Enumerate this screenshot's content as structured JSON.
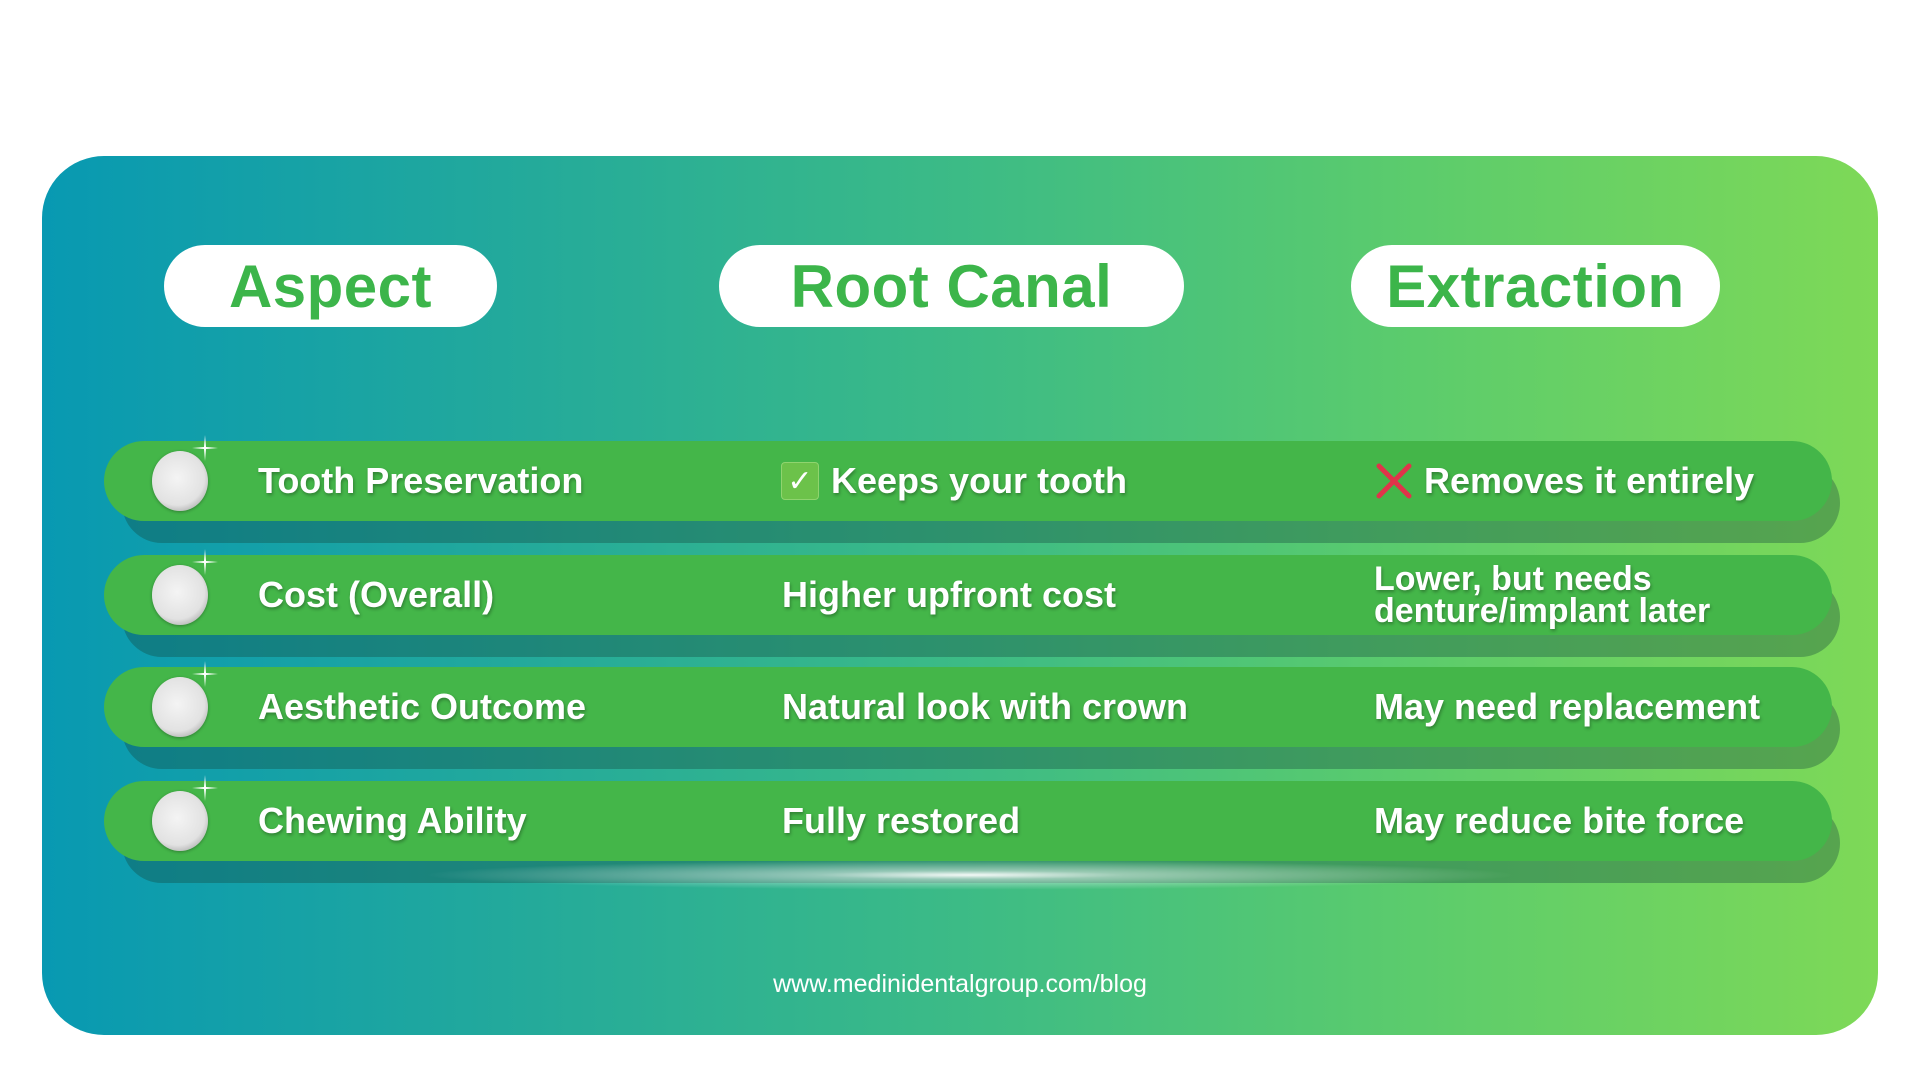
{
  "headers": {
    "aspect": "Aspect",
    "root_canal": "Root Canal",
    "extraction": "Extraction"
  },
  "rows": [
    {
      "aspect": "Tooth Preservation",
      "root_canal": "Keeps your tooth",
      "root_canal_icon": "check-icon",
      "extraction": "Removes it entirely",
      "extraction_icon": "cross-icon"
    },
    {
      "aspect": "Cost (Overall)",
      "root_canal": "Higher upfront cost",
      "extraction_line1": "Lower, but needs",
      "extraction_line2": "denture/implant later"
    },
    {
      "aspect": "Aesthetic Outcome",
      "root_canal": "Natural look with crown",
      "extraction": "May need replacement"
    },
    {
      "aspect": "Chewing Ability",
      "root_canal": "Fully restored",
      "extraction": "May reduce bite force"
    }
  ],
  "footer": {
    "url": "www.medinidentalgroup.com/blog"
  },
  "colors": {
    "header_text": "#3cb54a",
    "row": "#44b649",
    "gradient_start": "#0899b2",
    "gradient_end": "#7ed957",
    "cross": "#e0344a"
  }
}
